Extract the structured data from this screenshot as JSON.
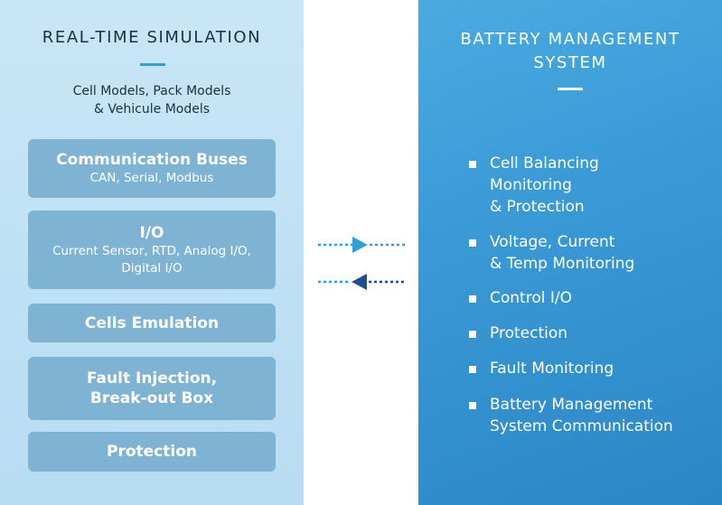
{
  "left": {
    "title": "REAL-TIME SIMULATION",
    "subtitle_line1": "Cell Models, Pack Models",
    "subtitle_line2": "& Vehicule Models",
    "boxes": {
      "communication": {
        "title": "Communication Buses",
        "detail": "CAN, Serial, Modbus"
      },
      "io": {
        "title": "I/O",
        "detail_line1": "Current Sensor, RTD, Analog I/O,",
        "detail_line2": "Digital I/O"
      },
      "cells": {
        "title": "Cells Emulation"
      },
      "fault": {
        "title_line1": "Fault Injection,",
        "title_line2": "Break-out Box"
      },
      "protection": {
        "title": "Protection"
      }
    }
  },
  "right": {
    "title_line1": "BATTERY MANAGEMENT",
    "title_line2": "SYSTEM",
    "features": [
      {
        "line1": "Cell Balancing",
        "line2": "Monitoring",
        "line3": "& Protection"
      },
      {
        "line1": "Voltage, Current",
        "line2": "& Temp Monitoring"
      },
      {
        "line1": "Control I/O"
      },
      {
        "line1": "Protection"
      },
      {
        "line1": "Fault Monitoring"
      },
      {
        "line1": "Battery Management",
        "line2": "System Communication"
      }
    ]
  },
  "arrows": {
    "to_bms": "right-arrow-icon",
    "to_simulation": "left-arrow-icon"
  },
  "colors": {
    "left_panel": "#c4e3f6",
    "box_fill": "#7fb3d3",
    "right_panel": "#3a9ad6",
    "arrow_right": "#2d9fd9",
    "arrow_left": "#1f4e8c",
    "title_text": "#1d2f3f"
  }
}
